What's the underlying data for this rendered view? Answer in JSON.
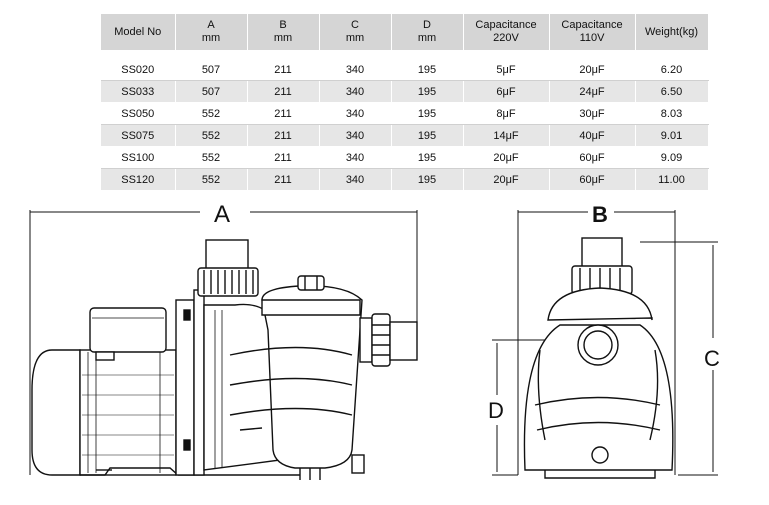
{
  "table": {
    "headers": [
      {
        "l1": "Model No",
        "l2": ""
      },
      {
        "l1": "A",
        "l2": "mm"
      },
      {
        "l1": "B",
        "l2": "mm"
      },
      {
        "l1": "C",
        "l2": "mm"
      },
      {
        "l1": "D",
        "l2": "mm"
      },
      {
        "l1": "Capacitance",
        "l2": "220V"
      },
      {
        "l1": "Capacitance",
        "l2": "110V"
      },
      {
        "l1": "Weight(kg)",
        "l2": ""
      }
    ],
    "rows": [
      [
        "SS020",
        "507",
        "211",
        "340",
        "195",
        "5μF",
        "20μF",
        "6.20"
      ],
      [
        "SS033",
        "507",
        "211",
        "340",
        "195",
        "6μF",
        "24μF",
        "6.50"
      ],
      [
        "SS050",
        "552",
        "211",
        "340",
        "195",
        "8μF",
        "30μF",
        "8.03"
      ],
      [
        "SS075",
        "552",
        "211",
        "340",
        "195",
        "14μF",
        "40μF",
        "9.01"
      ],
      [
        "SS100",
        "552",
        "211",
        "340",
        "195",
        "20μF",
        "60μF",
        "9.09"
      ],
      [
        "SS120",
        "552",
        "211",
        "340",
        "195",
        "20μF",
        "60μF",
        "11.00"
      ]
    ]
  },
  "dimensions": {
    "a": "A",
    "b": "B",
    "c": "C",
    "d": "D"
  }
}
